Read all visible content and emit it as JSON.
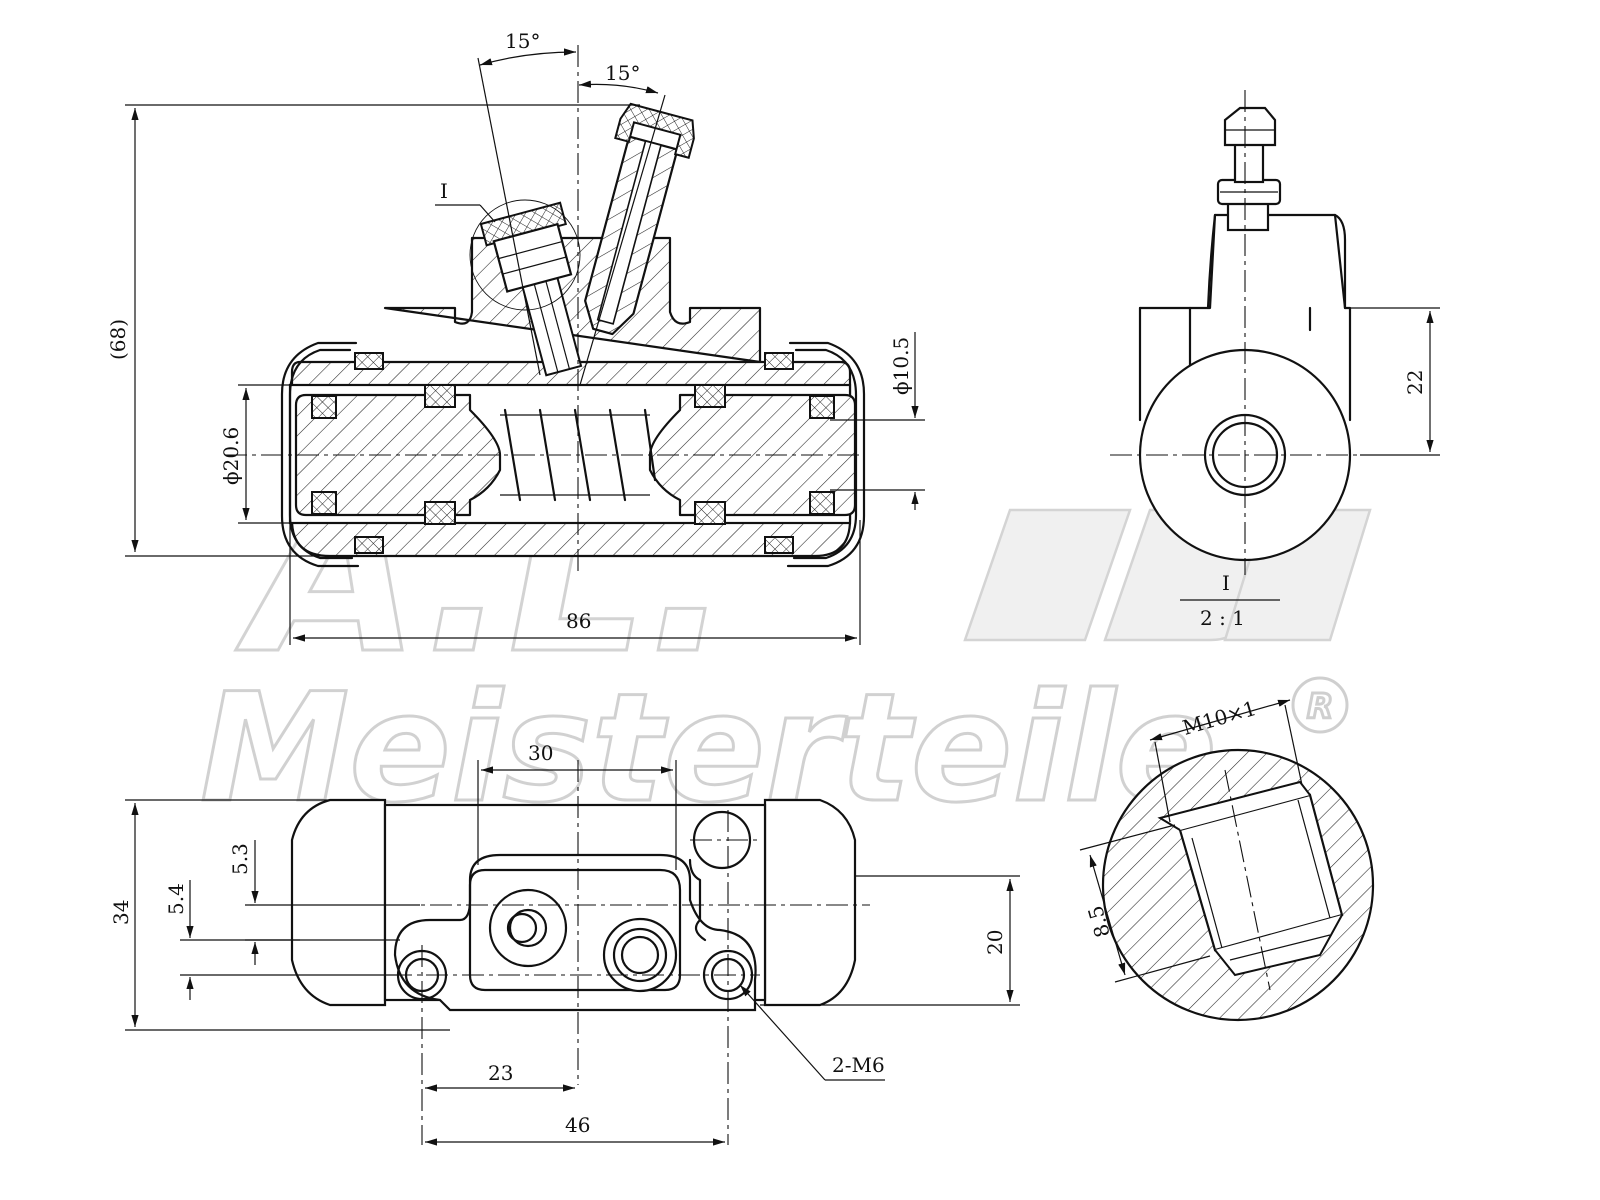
{
  "watermark": {
    "logo_text": "A.L.",
    "brand_text": "Meisterteile",
    "registered_mark": "R"
  },
  "front_view": {
    "angle_left": "15°",
    "angle_right": "15°",
    "detail_callout": "I",
    "height_dim": "(68)",
    "bore_dim": "ϕ20.6",
    "hole_dim": "ϕ10.5",
    "length_dim": "86"
  },
  "side_view": {
    "height_dim": "22",
    "detail_label": "I",
    "detail_scale": "2 : 1"
  },
  "bottom_view": {
    "top_dim": "30",
    "width_dim": "34",
    "offset_dim_a": "5.3",
    "offset_dim_b": "5.4",
    "right_dim": "20",
    "thread_callout": "2-M6",
    "center_dim": "23",
    "hole_spacing_dim": "46"
  },
  "detail_view": {
    "thread_dim": "M10×1",
    "depth_dim": "8.5"
  }
}
